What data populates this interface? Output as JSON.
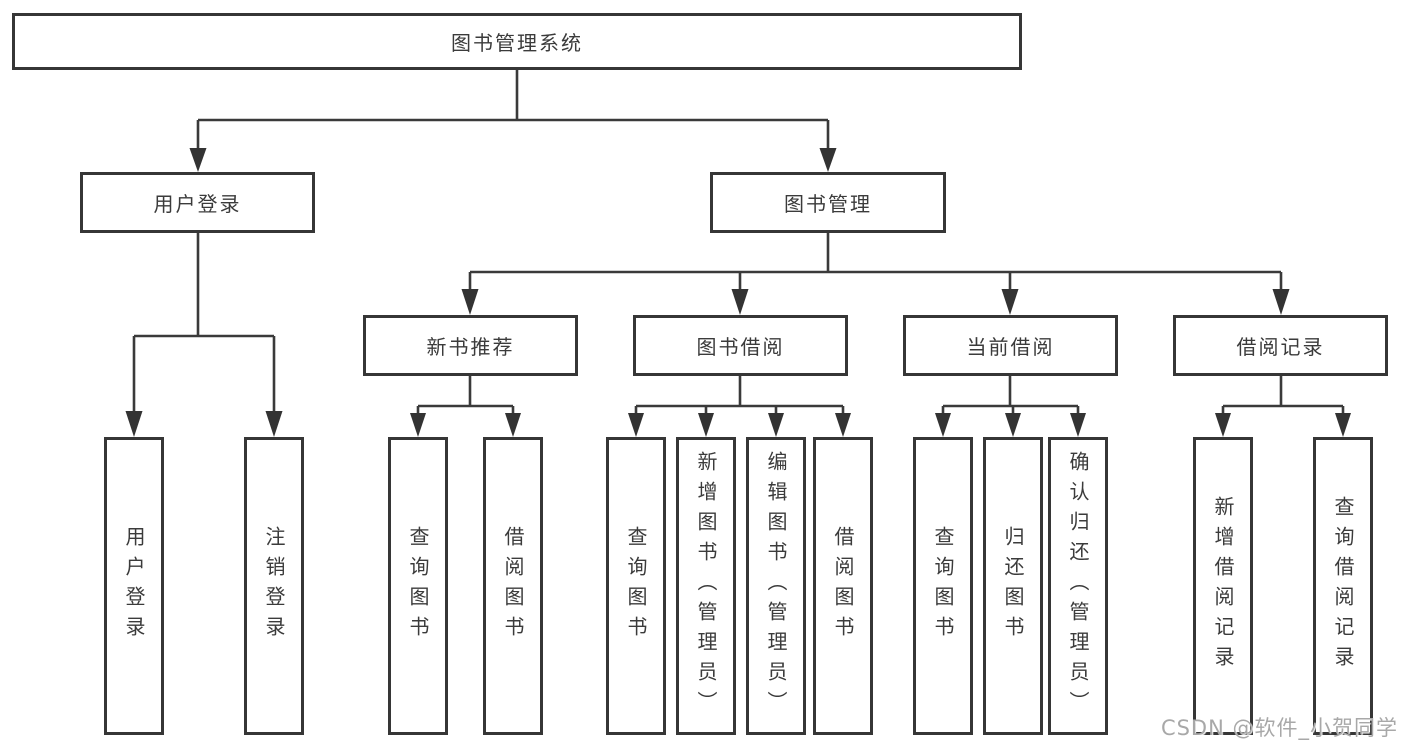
{
  "diagram": {
    "root": "图书管理系统",
    "user_login": {
      "label": "用户登录",
      "children": [
        "用户登录",
        "注销登录"
      ]
    },
    "book_mgmt": {
      "label": "图书管理",
      "sections": [
        {
          "label": "新书推荐",
          "children": [
            "查询图书",
            "借阅图书"
          ]
        },
        {
          "label": "图书借阅",
          "children": [
            "查询图书",
            "新增图书（管理员）",
            "编辑图书（管理员）",
            "借阅图书"
          ]
        },
        {
          "label": "当前借阅",
          "children": [
            "查询图书",
            "归还图书",
            "确认归还（管理员）"
          ]
        },
        {
          "label": "借阅记录",
          "children": [
            "新增借阅记录",
            "查询借阅记录"
          ]
        }
      ]
    }
  },
  "watermark": "CSDN @软件_小贺同学",
  "colors": {
    "line": "#3a3a3a",
    "box_border": "#363636",
    "text": "#3b3b3b",
    "watermark_text": "#a8a8a8",
    "background": "#ffffff"
  }
}
